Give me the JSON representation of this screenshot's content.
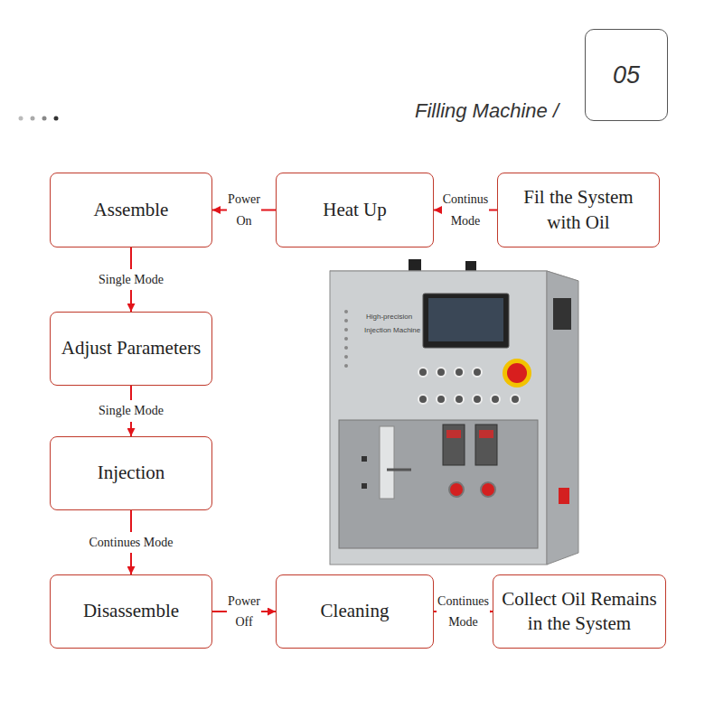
{
  "diagram": {
    "title": "Filling Machine /",
    "nodes": [
      {
        "text": [
          "05"
        ]
      },
      {
        "text": [
          "Assemble"
        ]
      },
      {
        "text": [
          "Heat Up"
        ]
      },
      {
        "text": [
          "Fil the System with Oil"
        ]
      },
      {
        "text": [
          "Adjust Parameters"
        ]
      },
      {
        "text": [
          "Injection"
        ]
      },
      {
        "text": [
          "Disassemble"
        ]
      },
      {
        "text": [
          "Cleaning"
        ]
      },
      {
        "text": [
          "Collect Oil Remains in the System"
        ]
      }
    ],
    "edges": [
      {
        "from": 3,
        "to": 2,
        "label": "Continus Mode",
        "arrow": "to"
      },
      {
        "from": 2,
        "to": 1,
        "label": "Power On",
        "arrow": "to"
      },
      {
        "from": 1,
        "to": 4,
        "label": "Single Mode",
        "arrow": "to"
      },
      {
        "from": 4,
        "to": 5,
        "label": "Single Mode",
        "arrow": "to"
      },
      {
        "from": 5,
        "to": 6,
        "label": "Continues Mode",
        "arrow": "to"
      },
      {
        "from": 6,
        "to": 7,
        "label": "Power Off",
        "arrow": "to"
      },
      {
        "from": 7,
        "to": 8,
        "label": "Continues Mode",
        "arrow": "to"
      }
    ],
    "labels": [
      "High-precision",
      "Injection Machine"
    ]
  }
}
